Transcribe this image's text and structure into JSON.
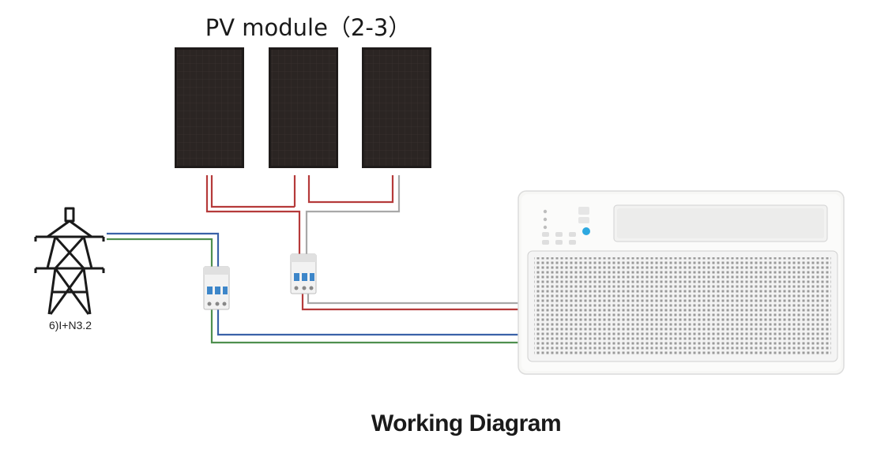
{
  "diagram": {
    "title": "PV module（2-3）",
    "caption": "Working Diagram",
    "tower_label": "6)I+N3.2",
    "colors": {
      "red_wire": "#b53a3a",
      "gray_wire": "#a8a8a8",
      "blue_wire": "#3a62a8",
      "green_wire": "#4f8f4f",
      "panel": "#2a2422",
      "breaker_toggle": "#3d86c9"
    },
    "panels": [
      "pv-panel-1",
      "pv-panel-2",
      "pv-panel-3"
    ],
    "breakers": [
      "grid-breaker",
      "pv-breaker"
    ]
  }
}
